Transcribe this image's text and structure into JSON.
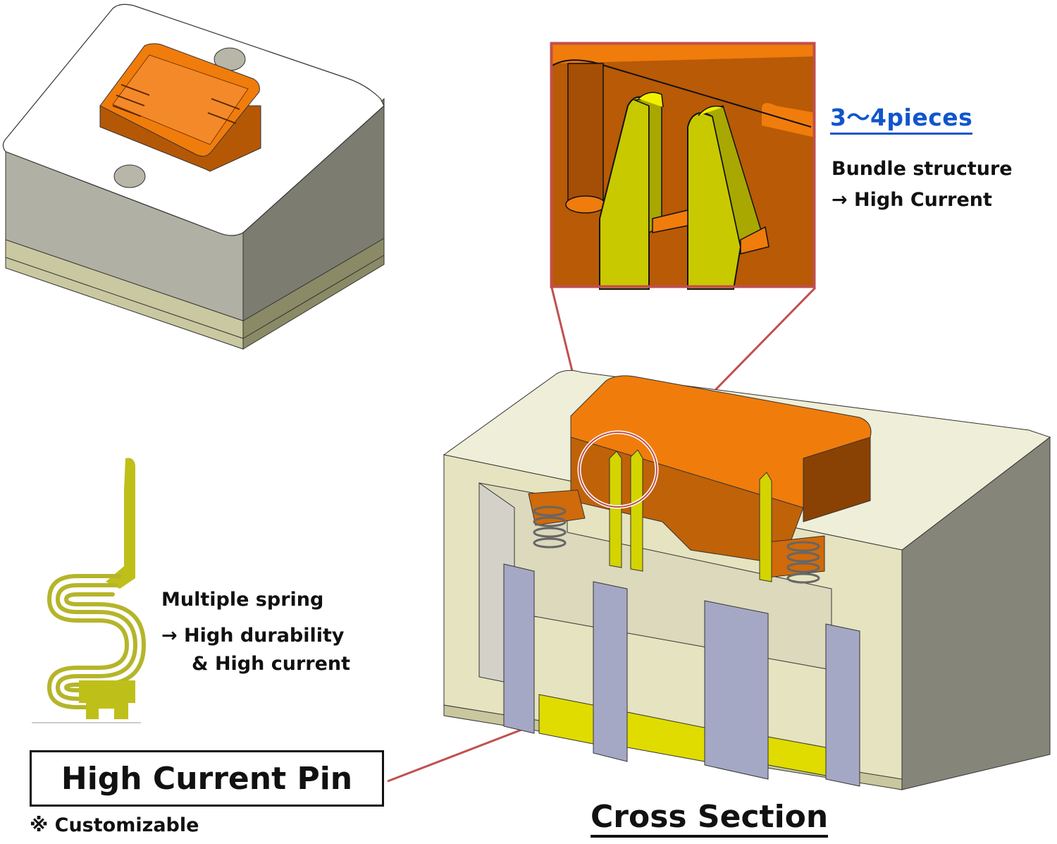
{
  "figure": {
    "title": "High Current Pin socket diagram",
    "colors": {
      "housing_top": "#ffffff",
      "housing_side": "#a9a99c",
      "housing_base": "#c8c79e",
      "insert_orange": "#f07c0c",
      "insert_orange_dark": "#b85a06",
      "pin_yellow": "#d4d400",
      "plunger_lavender": "#a4a8c4",
      "section_cream": "#e9e6c0",
      "callout_red": "#c0504d",
      "accent_blue": "#1155cc"
    }
  },
  "callouts": {
    "pieces_title": "3～4pieces",
    "bundle_line1": "Bundle structure",
    "bundle_line2": "→ High Current",
    "spring_line1": "Multiple spring",
    "spring_line2": "→ High durability",
    "spring_line3": "& High current",
    "pin_label": "High Current Pin",
    "customizable": "※ Customizable",
    "cross_section": "Cross Section"
  }
}
